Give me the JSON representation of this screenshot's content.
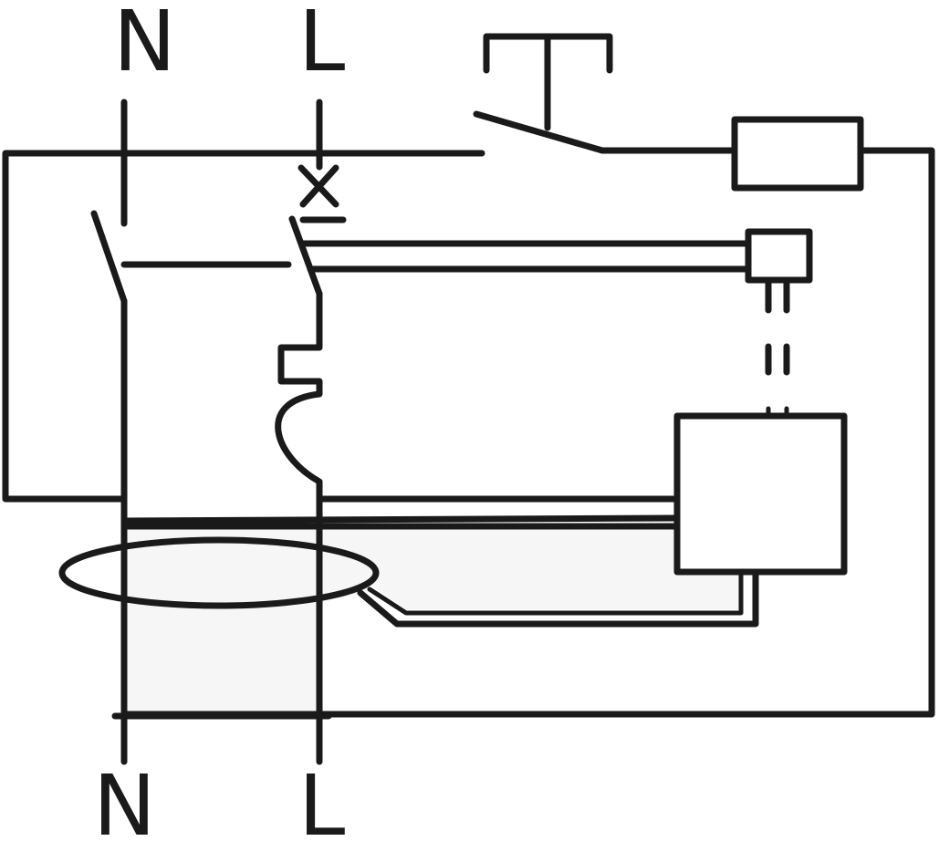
{
  "terminals": {
    "top_neutral": "N",
    "top_line": "L",
    "bottom_neutral": "N",
    "bottom_line": "L"
  },
  "colors": {
    "stroke": "#1a1a1a",
    "background": "#ffffff",
    "shaded_region": "#f6f6f6"
  }
}
